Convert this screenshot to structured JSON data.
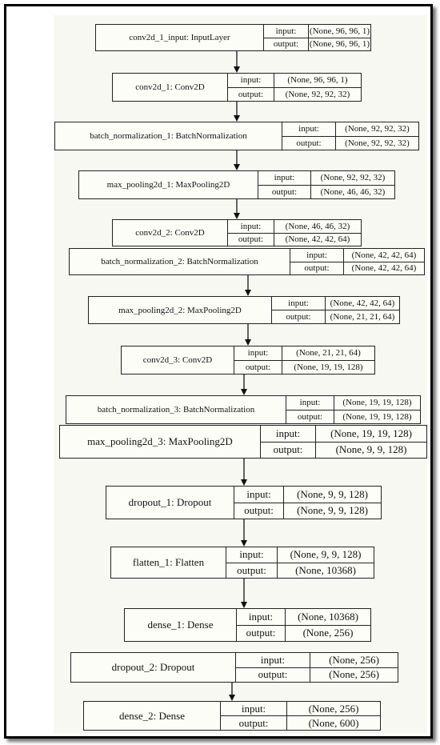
{
  "layers": [
    {
      "name": "conv2d_1_input: InputLayer",
      "input": "(None, 96, 96, 1)",
      "output": "(None, 96, 96, 1)"
    },
    {
      "name": "conv2d_1: Conv2D",
      "input": "(None, 96, 96, 1)",
      "output": "(None, 92, 92, 32)"
    },
    {
      "name": "batch_normalization_1: BatchNormalization",
      "input": "(None, 92, 92, 32)",
      "output": "(None, 92, 92, 32)"
    },
    {
      "name": "max_pooling2d_1: MaxPooling2D",
      "input": "(None, 92, 92, 32)",
      "output": "(None, 46, 46, 32)"
    },
    {
      "name": "conv2d_2: Conv2D",
      "input": "(None, 46, 46, 32)",
      "output": "(None, 42, 42, 64)"
    },
    {
      "name": "batch_normalization_2: BatchNormalization",
      "input": "(None, 42, 42, 64)",
      "output": "(None, 42, 42, 64)"
    },
    {
      "name": "max_pooling2d_2: MaxPooling2D",
      "input": "(None, 42, 42, 64)",
      "output": "(None, 21, 21, 64)"
    },
    {
      "name": "conv2d_3: Conv2D",
      "input": "(None, 21, 21, 64)",
      "output": "(None, 19, 19, 128)"
    },
    {
      "name": "batch_normalization_3: BatchNormalization",
      "input": "(None, 19, 19, 128)",
      "output": "(None, 19, 19, 128)"
    },
    {
      "name": "max_pooling2d_3: MaxPooling2D",
      "input": "(None, 19, 19, 128)",
      "output": "(None, 9, 9, 128)"
    },
    {
      "name": "dropout_1: Dropout",
      "input": "(None, 9, 9, 128)",
      "output": "(None, 9, 9, 128)"
    },
    {
      "name": "flatten_1: Flatten",
      "input": "(None, 9, 9, 128)",
      "output": "(None, 10368)"
    },
    {
      "name": "dense_1: Dense",
      "input": "(None, 10368)",
      "output": "(None, 256)"
    },
    {
      "name": "dropout_2: Dropout",
      "input": "(None, 256)",
      "output": "(None, 256)"
    },
    {
      "name": "dense_2: Dense",
      "input": "(None, 256)",
      "output": "(None, 600)"
    }
  ],
  "labels": {
    "input": "input:",
    "output": "output:"
  }
}
